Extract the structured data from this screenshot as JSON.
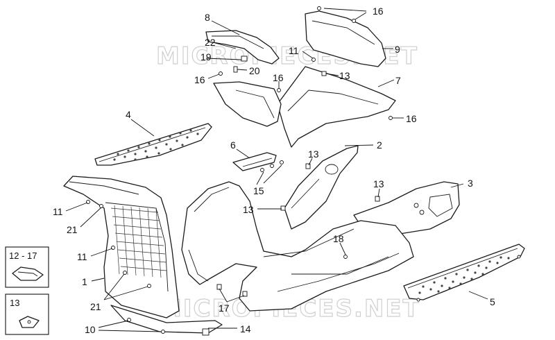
{
  "watermark": {
    "top": "MICROPIECES.NET",
    "bottom": "MICROPIECES.NET"
  },
  "callouts": {
    "c1": "1",
    "c2": "2",
    "c3": "3",
    "c4": "4",
    "c5": "5",
    "c6": "6",
    "c7": "7",
    "c8": "8",
    "c9": "9",
    "c10": "10",
    "c11a": "11",
    "c11b": "11",
    "c11c": "11",
    "c13a": "13",
    "c13b": "13",
    "c13c": "13",
    "c13d": "13",
    "c14": "14",
    "c15": "15",
    "c16a": "16",
    "c16b": "16",
    "c16c": "16",
    "c16d": "16",
    "c17": "17",
    "c18": "18",
    "c19": "19",
    "c20": "20",
    "c21a": "21",
    "c21b": "21",
    "c22": "22"
  },
  "insets": {
    "kit_1217": "12 - 17",
    "kit_13": "13"
  }
}
